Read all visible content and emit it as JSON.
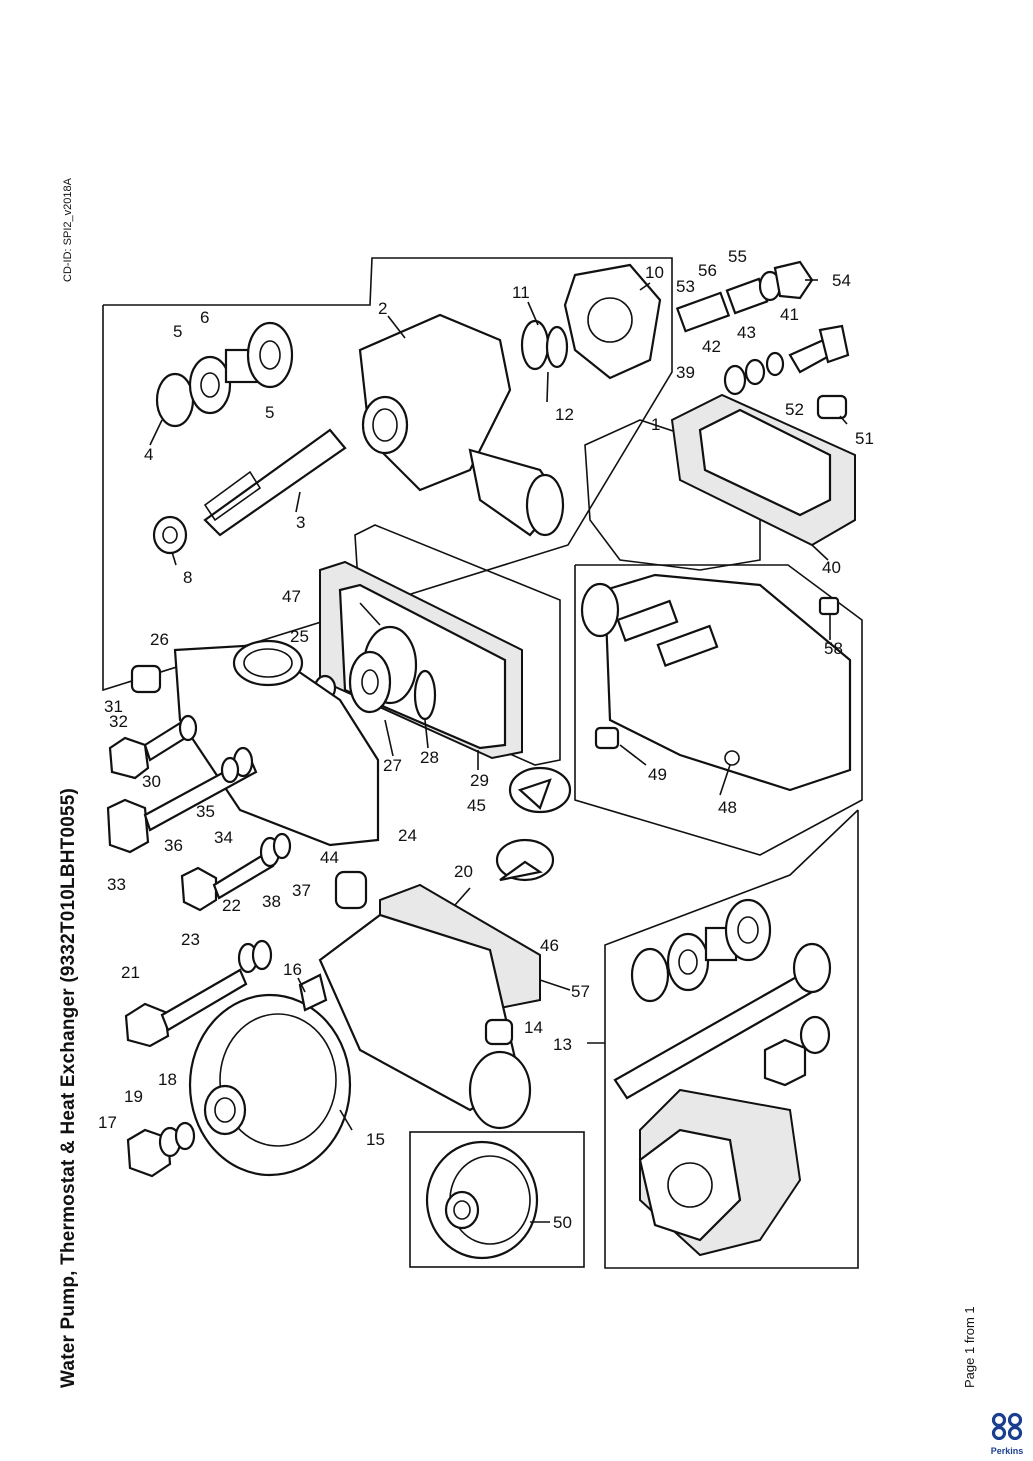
{
  "title": "Water Pump, Thermostat & Heat Exchanger (9332T010LBHT0055)",
  "cd_id": "CD-ID: SPI2_v2018A",
  "page_info": "Page 1 from 1",
  "logo": {
    "name": "Perkins",
    "color": "#1b3f8f"
  },
  "part_numbers": [
    "1",
    "2",
    "3",
    "4",
    "5",
    "5",
    "6",
    "8",
    "10",
    "11",
    "12",
    "13",
    "14",
    "15",
    "16",
    "17",
    "18",
    "19",
    "20",
    "21",
    "22",
    "23",
    "24",
    "25",
    "26",
    "27",
    "28",
    "29",
    "30",
    "31",
    "32",
    "33",
    "34",
    "35",
    "36",
    "37",
    "38",
    "39",
    "40",
    "41",
    "42",
    "43",
    "44",
    "45",
    "46",
    "47",
    "48",
    "49",
    "50",
    "51",
    "52",
    "53",
    "54",
    "55",
    "56",
    "57",
    "58"
  ]
}
